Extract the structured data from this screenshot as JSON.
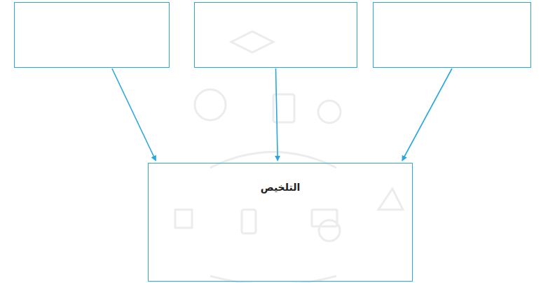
{
  "diagram": {
    "nodes": [
      {
        "text": []
      },
      {
        "text": []
      },
      {
        "text": []
      },
      {
        "text": [
          "التلخيص"
        ]
      }
    ],
    "edges": [
      {
        "from": 0,
        "to": 3,
        "arrow": "to"
      },
      {
        "from": 1,
        "to": 3,
        "arrow": "to"
      },
      {
        "from": 2,
        "to": 3,
        "arrow": "to"
      }
    ]
  }
}
